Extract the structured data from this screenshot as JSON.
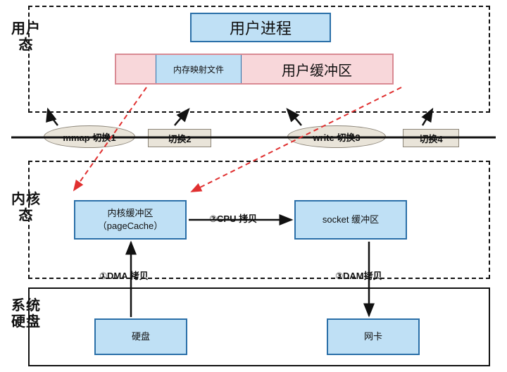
{
  "side_labels": {
    "user_mode": "用户态",
    "kernel_mode": "内核态",
    "system_disk": "系统硬盘"
  },
  "user_area": {
    "process_title": "用户进程",
    "memory_mapped_file": "内存映射文件",
    "user_buffer": "用户缓冲区"
  },
  "switches": {
    "mmap": "mmap 切换1",
    "switch2": "切换2",
    "write": "write 切换3",
    "switch4": "切换4"
  },
  "kernel_area": {
    "page_cache_line1": "内核缓冲区",
    "page_cache_line2": "（pageCache）",
    "socket_buffer": "socket 缓冲区"
  },
  "disk_area": {
    "disk": "硬盘",
    "nic": "网卡"
  },
  "copies": {
    "dma": "①DMA 拷贝",
    "cpu": "②CPU 拷贝",
    "dam": "③DAM拷贝"
  },
  "colors": {
    "blue_fill": "#bfe0f5",
    "blue_stroke": "#2a6fa8",
    "pink_fill": "#f8d7da",
    "pink_stroke": "#d98a93",
    "grey_fill": "#e9e4d9",
    "grey_stroke": "#8c8578",
    "red_arrow": "#e03030",
    "black": "#111111"
  }
}
